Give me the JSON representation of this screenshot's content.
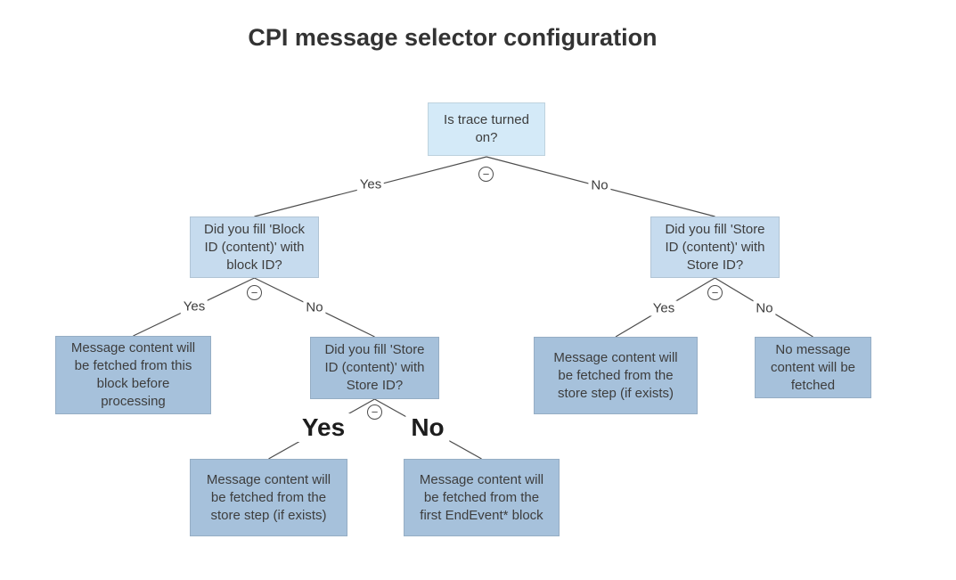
{
  "title": "CPI message selector configuration",
  "icons": {
    "minus": "−"
  },
  "colors": {
    "background": "#ffffff",
    "title_text": "#333333",
    "text": "#3d3d3d",
    "text_strong": "#1d1d1d",
    "line": "#4d4d4d",
    "root_fill": "#d4eaf8",
    "branch_fill": "#c6dbee",
    "leaf_fill": "#a6c1db"
  },
  "nodes": {
    "trace": "Is trace turned\non?",
    "block_id": "Did you fill 'Block\nID (content)' with\nblock ID?",
    "store_id_left": "Did you fill 'Store\nID (content)' with\nStore ID?",
    "store_id_right": "Did you fill 'Store\nID (content)' with\nStore ID?",
    "fetch_from_block": "Message content will\nbe fetched from this\nblock before\nprocessing",
    "fetch_from_store_left": "Message content will\nbe fetched from the\nstore step (if exists)",
    "fetch_from_endevent": "Message content will\nbe fetched from the\nfirst EndEvent* block",
    "fetch_from_store_right": "Message content will\nbe fetched from the\nstore step (if exists)",
    "no_fetch": "No message\ncontent will be\nfetched"
  },
  "edge_labels": {
    "trace_yes": "Yes",
    "trace_no": "No",
    "block_yes": "Yes",
    "block_no": "No",
    "store_left_yes": "Yes",
    "store_left_no": "No",
    "store_right_yes": "Yes",
    "store_right_no": "No"
  }
}
